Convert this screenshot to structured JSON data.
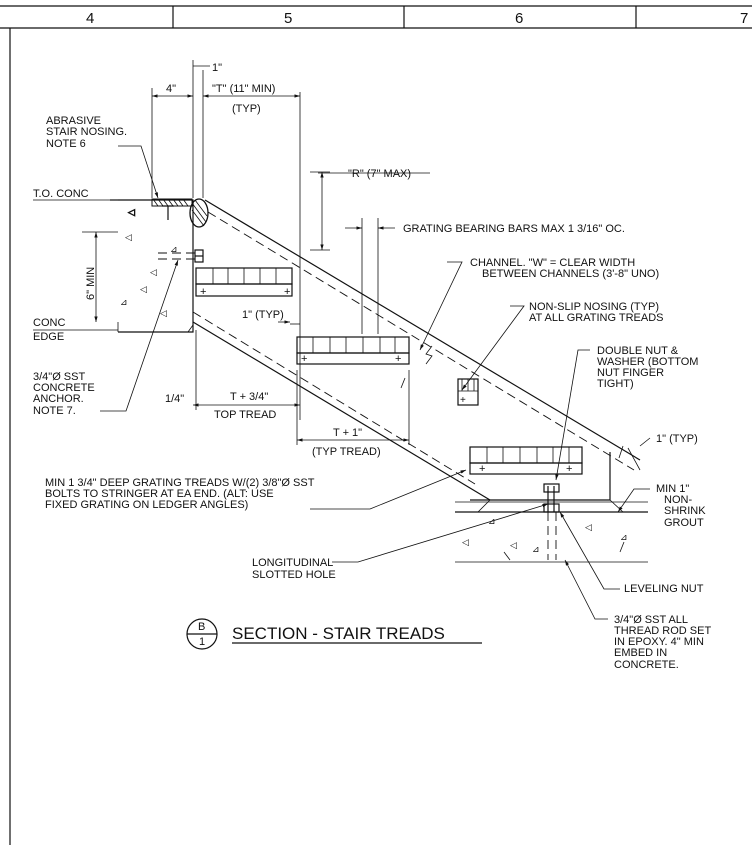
{
  "grid_columns": [
    "4",
    "5",
    "6",
    "7"
  ],
  "section": {
    "marker_top": "B",
    "marker_bottom": "1",
    "title": "SECTION - STAIR TREADS"
  },
  "dims": {
    "d_1in_top": "1\"",
    "d_4in": "4\"",
    "d_T": "\"T\" (11\" MIN)",
    "d_typ": "(TYP)",
    "d_R": "\"R\" (7\" MAX)",
    "d_grating_bars": "GRATING BEARING BARS MAX 1 3/16\" OC.",
    "d_1in_typ": "1\" (TYP)",
    "d_quarter": "1/4\"",
    "d_T34": "T + 3/4\"",
    "d_top_tread": "TOP TREAD",
    "d_T1": "T + 1\"",
    "d_typ_tread": "(TYP TREAD)",
    "d_6in_min": "6\" MIN",
    "d_1in_typ_right": "1\" (TYP)"
  },
  "notes": {
    "nosing_1": "ABRASIVE",
    "nosing_2": "STAIR NOSING.",
    "nosing_3": "NOTE 6",
    "to_conc": "T.O. CONC",
    "conc": "CONC",
    "edge": "EDGE",
    "anchor_1": "3/4\"Ø SST",
    "anchor_2": "CONCRETE",
    "anchor_3": "ANCHOR.",
    "anchor_4": "NOTE 7.",
    "channel_1": "CHANNEL. \"W\" = CLEAR WIDTH",
    "channel_2": "BETWEEN CHANNELS (3'-8\" UNO)",
    "nonslip_1": "NON-SLIP NOSING (TYP)",
    "nonslip_2": "AT ALL GRATING TREADS",
    "nut_1": "DOUBLE NUT &",
    "nut_2": "WASHER (BOTTOM",
    "nut_3": "NUT FINGER",
    "nut_4": "TIGHT)",
    "grout_1": "MIN 1\"",
    "grout_2": "NON-",
    "grout_3": "SHRINK",
    "grout_4": "GROUT",
    "treads_1": "MIN 1 3/4\" DEEP GRATING TREADS W/(2) 3/8\"Ø SST",
    "treads_2": "BOLTS TO STRINGER AT EA END. (ALT: USE",
    "treads_3": "FIXED GRATING ON LEDGER ANGLES)",
    "slot_1": "LONGITUDINAL",
    "slot_2": "SLOTTED HOLE",
    "leveling": "LEVELING NUT",
    "rod_1": "3/4\"Ø SST ALL",
    "rod_2": "THREAD ROD SET",
    "rod_3": "IN EPOXY. 4\" MIN",
    "rod_4": "EMBED IN",
    "rod_5": "CONCRETE."
  }
}
